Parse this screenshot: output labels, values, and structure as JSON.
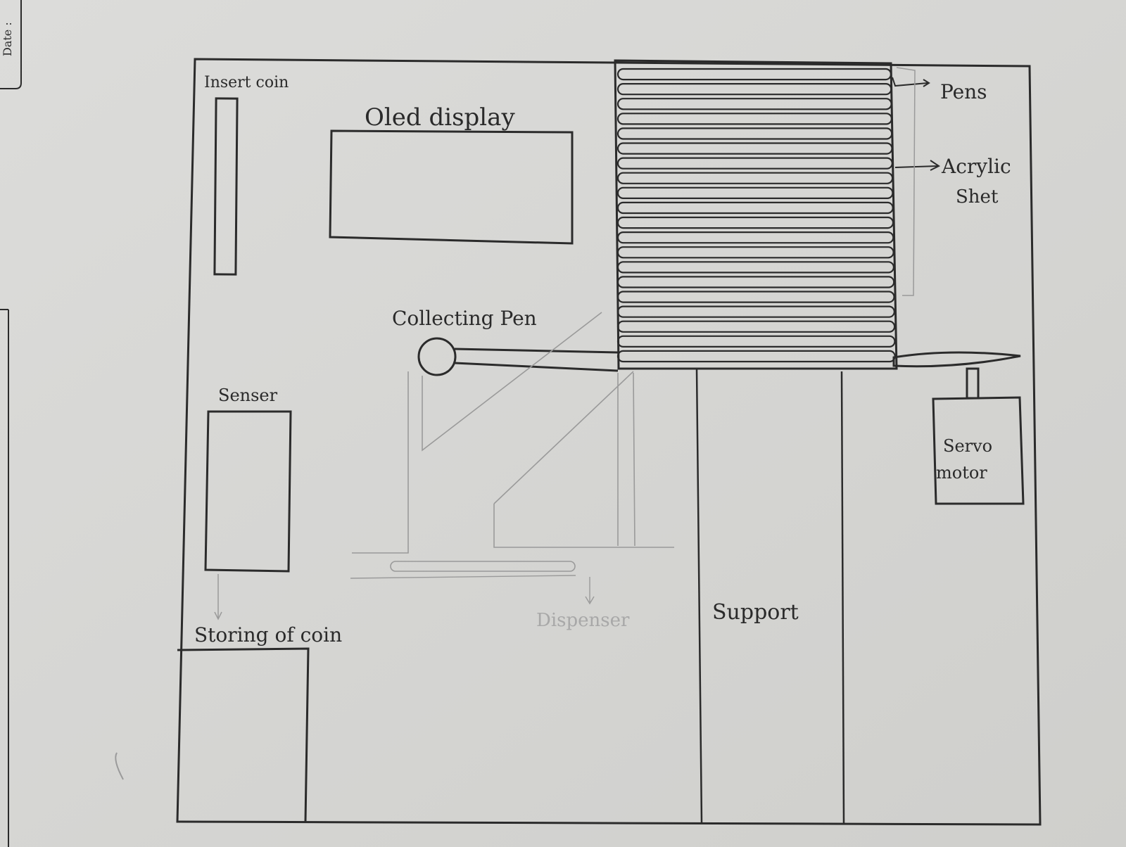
{
  "labels": {
    "insert_coin": "Insert coin",
    "oled_display": "Oled display",
    "pens": "Pens",
    "acrylic_line1": "Acrylic",
    "acrylic_line2": "Shet",
    "collecting_pen": "Collecting Pen",
    "sensor": "Senser",
    "servo_line1": "Servo",
    "servo_line2": "motor",
    "dispenser": "Dispenser",
    "support": "Support",
    "storing_of_coin": "Storing of coin",
    "date_tab": "Date :"
  },
  "colors": {
    "paper": "#d6d6d4",
    "ink": "#2b2b2b",
    "pencil": "#9a9a9a"
  },
  "diagram": {
    "pen_count": 20
  }
}
